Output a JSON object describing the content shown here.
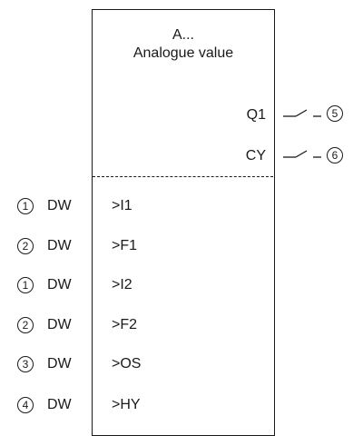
{
  "block": {
    "title_line1": "A...",
    "title_line2": "Analogue value"
  },
  "outputs": [
    {
      "label": "Q1",
      "marker": "5"
    },
    {
      "label": "CY",
      "marker": "6"
    }
  ],
  "inputs": [
    {
      "marker": "1",
      "type": "DW",
      "label": ">I1"
    },
    {
      "marker": "2",
      "type": "DW",
      "label": ">F1"
    },
    {
      "marker": "1",
      "type": "DW",
      "label": ">I2"
    },
    {
      "marker": "2",
      "type": "DW",
      "label": ">F2"
    },
    {
      "marker": "3",
      "type": "DW",
      "label": ">OS"
    },
    {
      "marker": "4",
      "type": "DW",
      "label": ">HY"
    }
  ]
}
